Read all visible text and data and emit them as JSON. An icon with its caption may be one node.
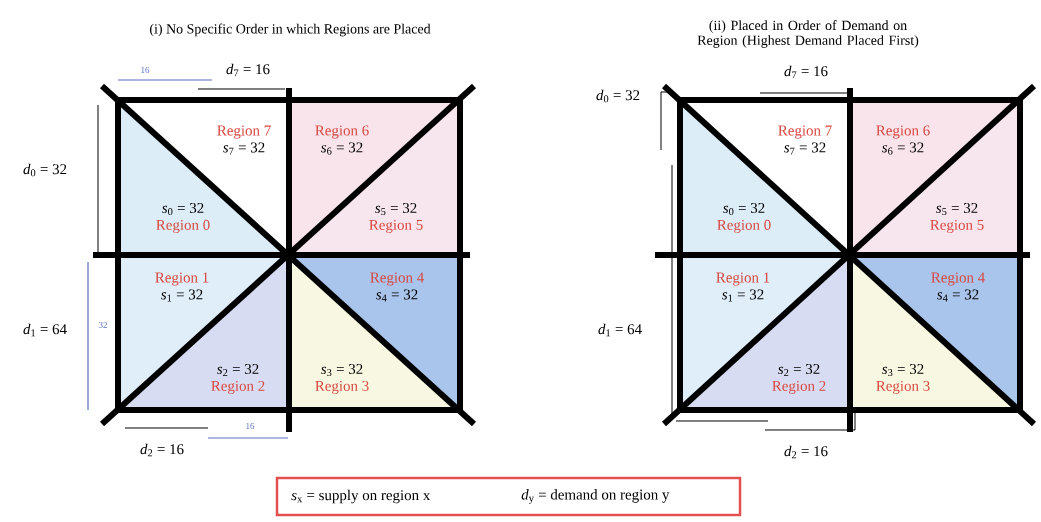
{
  "diagram": {
    "nodes": [
      {
        "text": [
          "(i) No Specific Order in which Regions are Placed"
        ]
      },
      {
        "text": [
          "Region 7",
          "*s*$_{7}$ = 32"
        ],
        "in": 0
      },
      {
        "text": [
          "Region 6",
          "*s*$_{6}$ = 32"
        ],
        "in": 0
      },
      {
        "text": [
          "*s*$_{0}$ = 32",
          "Region 0"
        ],
        "in": 0
      },
      {
        "text": [
          "*s*$_{5}$ = 32",
          "Region 5"
        ],
        "in": 0
      },
      {
        "text": [
          "Region 1",
          "*s*$_{1}$ = 32"
        ],
        "in": 0
      },
      {
        "text": [
          "Region 4",
          "*s*$_{4}$ = 32"
        ],
        "in": 0
      },
      {
        "text": [
          "*s*$_{2}$ = 32",
          "Region 2"
        ],
        "in": 0
      },
      {
        "text": [
          "*s*$_{3}$ = 32",
          "Region 3"
        ],
        "in": 0
      },
      {
        "text": [
          "(ii) Placed in Order of Demand on Region (Highest Demand Placed First)"
        ]
      },
      {
        "text": [
          "Region 7",
          "*s*$_{7}$ = 32"
        ],
        "in": 9
      },
      {
        "text": [
          "Region 6",
          "*s*$_{6}$ = 32"
        ],
        "in": 9
      },
      {
        "text": [
          "*s*$_{0}$ = 32",
          "Region 0"
        ],
        "in": 9
      },
      {
        "text": [
          "*s*$_{5}$ = 32",
          "Region 5"
        ],
        "in": 9
      },
      {
        "text": [
          "Region 1",
          "*s*$_{1}$ = 32"
        ],
        "in": 9
      },
      {
        "text": [
          "Region 4",
          "*s*$_{4}$ = 32"
        ],
        "in": 9
      },
      {
        "text": [
          "*s*$_{2}$ = 32",
          "Region 2"
        ],
        "in": 9
      },
      {
        "text": [
          "*s*$_{3}$ = 32",
          "Region 3"
        ],
        "in": 9
      },
      {
        "text": [
          "*s*$_{x}$ = supply on region x",
          "*d*$_{y}$ = demand on region y"
        ]
      }
    ],
    "labels": [
      "16",
      "*d*$_{7}$ = 16",
      "*d*$_{0}$ = 32",
      "*d*$_{1}$ = 64",
      "32",
      "16",
      "*d*$_{2}$ = 16",
      "*d*$_{7}$ = 16",
      "*d*$_{0}$ = 32",
      "*d*$_{1}$ = 64",
      "*d*$_{2}$ = 16"
    ]
  }
}
